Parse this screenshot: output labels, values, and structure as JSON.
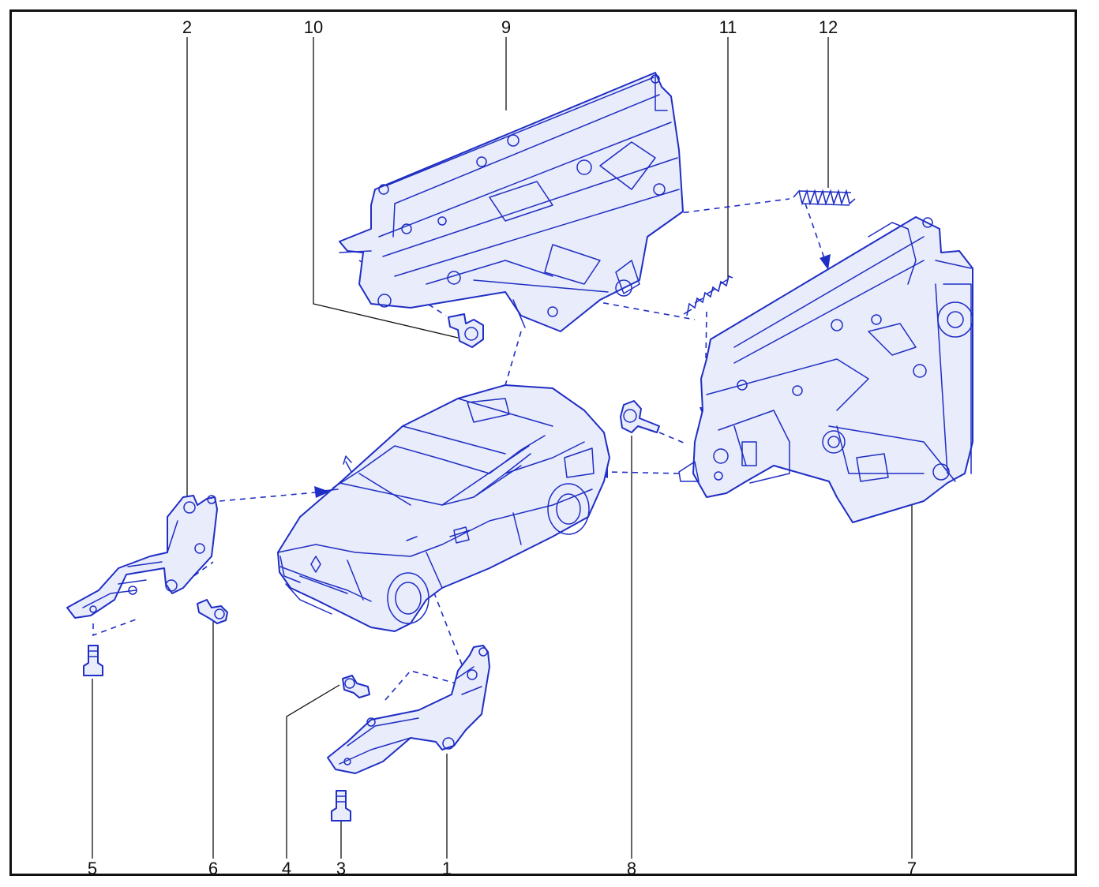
{
  "diagram": {
    "callouts": [
      {
        "id": "c1",
        "label": "1"
      },
      {
        "id": "c2",
        "label": "2"
      },
      {
        "id": "c3",
        "label": "3"
      },
      {
        "id": "c4",
        "label": "4"
      },
      {
        "id": "c5",
        "label": "5"
      },
      {
        "id": "c6",
        "label": "6"
      },
      {
        "id": "c7",
        "label": "7"
      },
      {
        "id": "c8",
        "label": "8"
      },
      {
        "id": "c9",
        "label": "9"
      },
      {
        "id": "c10",
        "label": "10"
      },
      {
        "id": "c11",
        "label": "11"
      },
      {
        "id": "c12",
        "label": "12"
      }
    ],
    "colors": {
      "line_art": "#1f2ec4",
      "fill": "#e9ecfa",
      "frame": "#111111",
      "background": "#ffffff"
    }
  }
}
